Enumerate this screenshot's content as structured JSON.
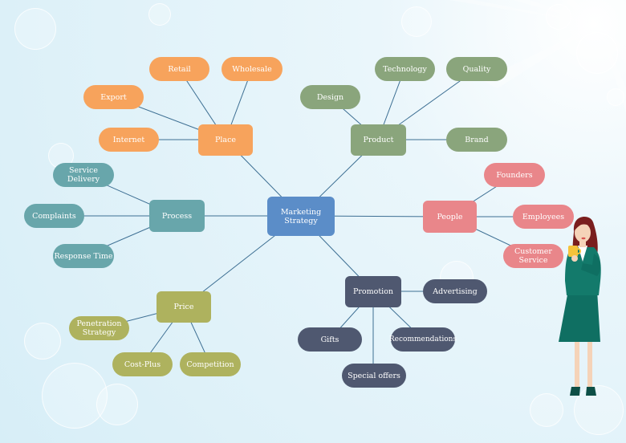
{
  "colors": {
    "center": "#5b8dc8",
    "place": "#f7a35c",
    "product": "#8aa57c",
    "people": "#e9868a",
    "promotion": "#4f5870",
    "price": "#aeb25e",
    "process": "#68a6ab",
    "line": "#3d6f93"
  },
  "center": {
    "label": "Marketing Strategy"
  },
  "place": {
    "label": "Place",
    "retail": "Retail",
    "wholesale": "Wholesale",
    "export": "Export",
    "internet": "Internet"
  },
  "product": {
    "label": "Product",
    "technology": "Technology",
    "quality": "Quality",
    "design": "Design",
    "brand": "Brand"
  },
  "people": {
    "label": "People",
    "founders": "Founders",
    "employees": "Employees",
    "customer_service": "Customer Service"
  },
  "promotion": {
    "label": "Promotion",
    "advertising": "Advertising",
    "gifts": "Gifts",
    "recommendations": "Recommendations",
    "special_offers": "Special offers"
  },
  "price": {
    "label": "Price",
    "penetration": "Penetration Strategy",
    "cost_plus": "Cost-Plus",
    "competition": "Competition"
  },
  "process": {
    "label": "Process",
    "service_delivery": "Service Delivery",
    "complaints": "Complaints",
    "response_time": "Response Time"
  }
}
